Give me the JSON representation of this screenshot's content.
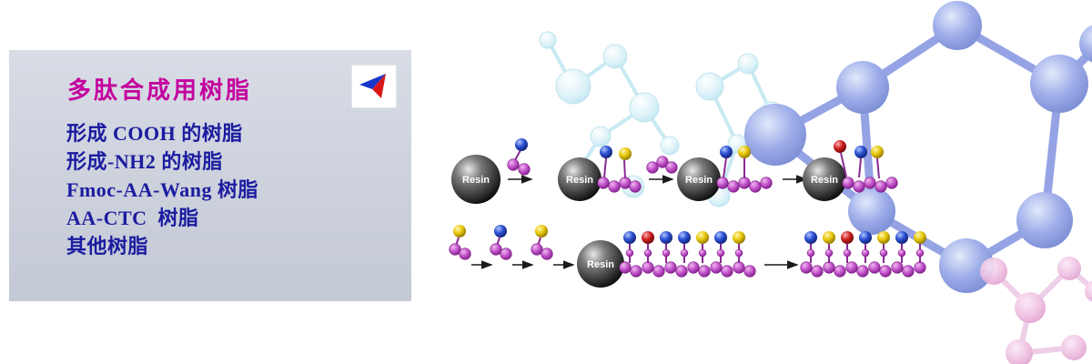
{
  "panel": {
    "title": "多肽合成用树脂",
    "items": [
      "形成 COOH 的树脂",
      "形成-NH2 的树脂",
      "Fmoc-AA-Wang 树脂",
      "AA-CTC  树脂",
      "其他树脂"
    ]
  },
  "illustration": {
    "resin_label": "Resin"
  },
  "colors": {
    "panel_bg": "#ccd1dc",
    "title_text": "#c4009e",
    "list_text": "#1c1ca0",
    "resin_sphere": "#1a1a1a",
    "chain_bead_purple": "#b648c0",
    "bead_blue": "#2a4fd0",
    "bead_yellow": "#e8c80a",
    "bead_red": "#cc2020",
    "molecule_blue": "#98a8e8",
    "molecule_cyan": "#d9f1f8",
    "molecule_pink": "#efc0e2",
    "logo_blue": "#1536c8",
    "logo_red": "#d81818"
  }
}
